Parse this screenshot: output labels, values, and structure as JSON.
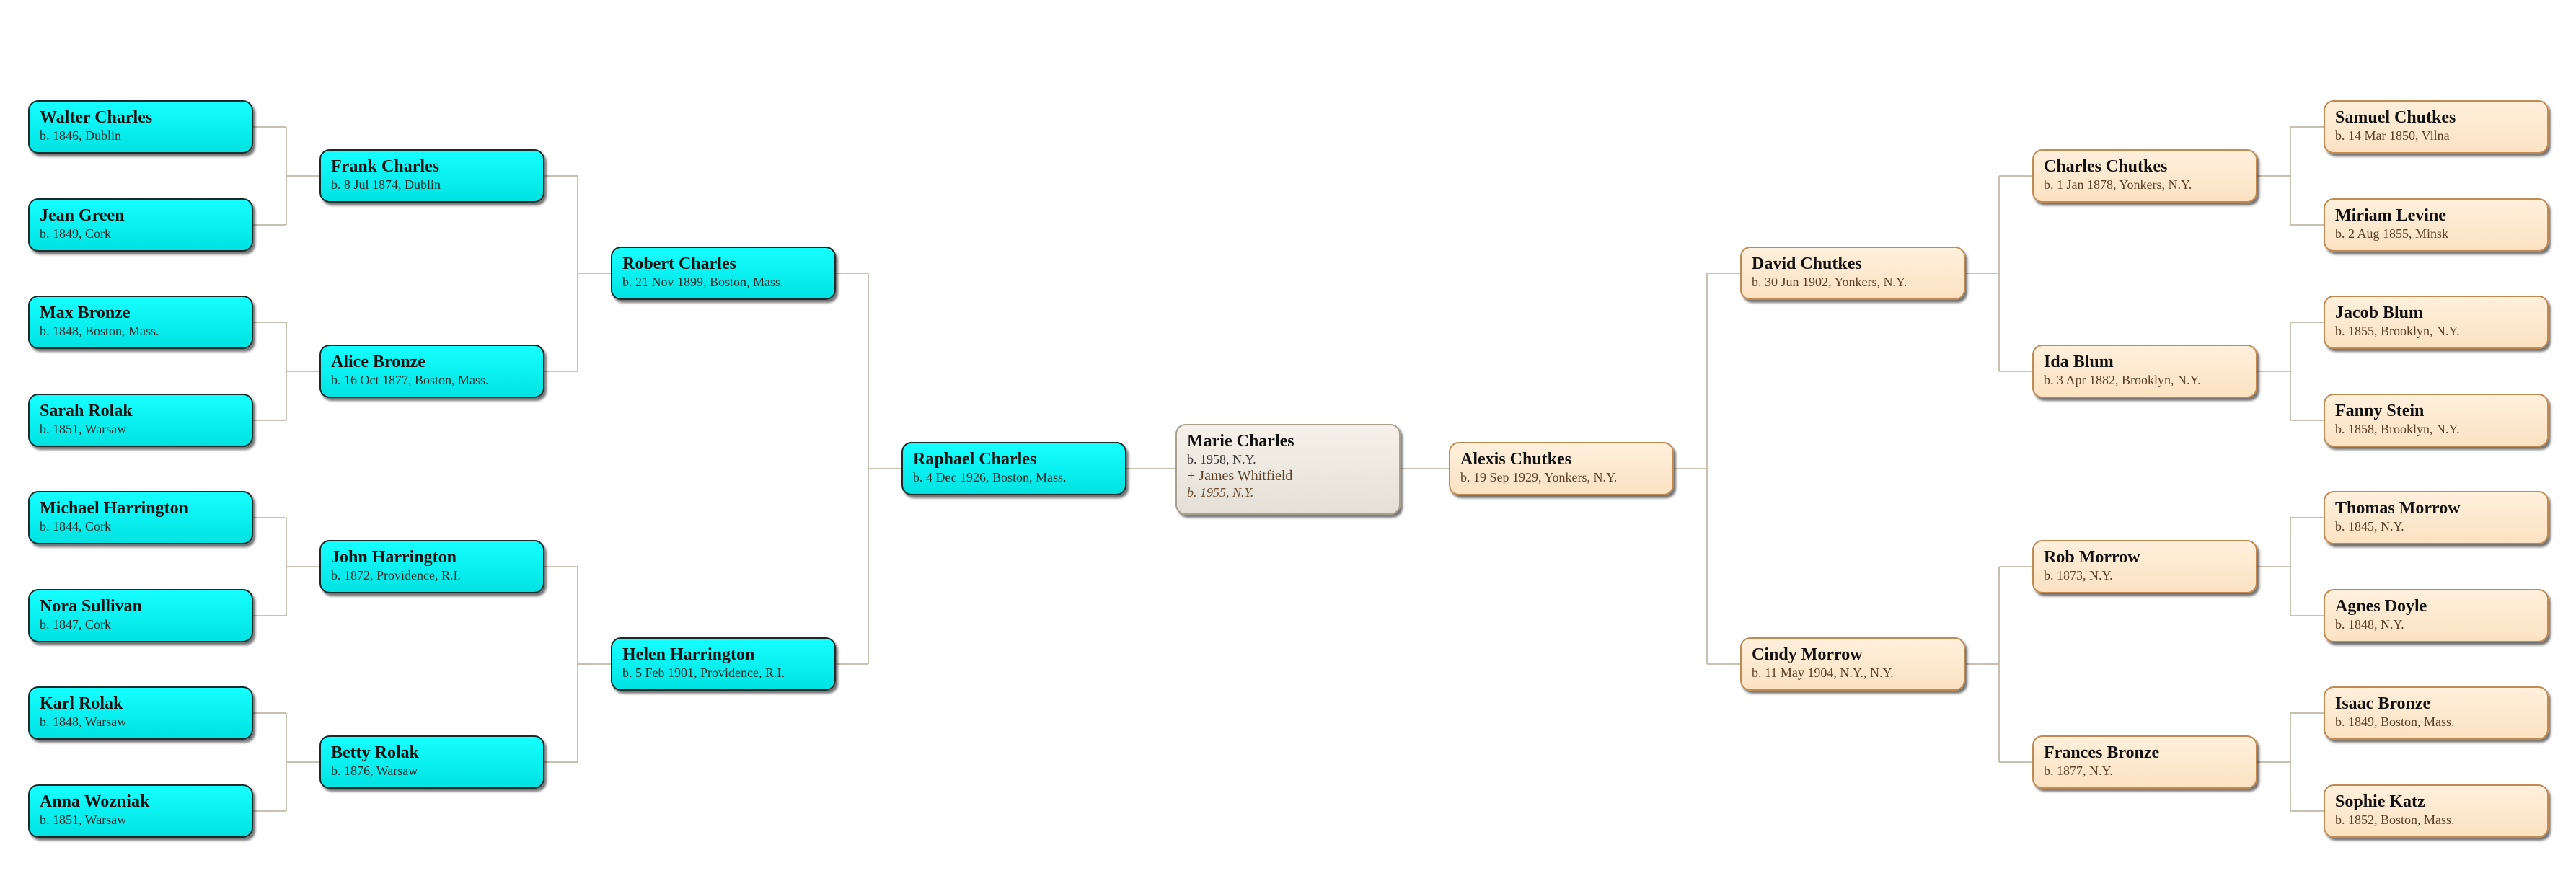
{
  "root": {
    "name": "Marie Charles",
    "birth": "b. 1958, N.Y.",
    "spouse": "+ James Whitfield",
    "spouse_birth": "b. 1955, N.Y."
  },
  "paternal": {
    "parent": {
      "name": "Raphael Charles",
      "birth": "b. 4 Dec 1926, Boston, Mass."
    },
    "grandparents": [
      {
        "name": "Robert Charles",
        "birth": "b. 21 Nov 1899, Boston, Mass."
      },
      {
        "name": "Helen Harrington",
        "birth": "b. 5 Feb 1901, Providence, R.I."
      }
    ],
    "great_grandparents": [
      {
        "name": "Frank Charles",
        "birth": "b. 8 Jul 1874, Dublin"
      },
      {
        "name": "Alice Bronze",
        "birth": "b. 16 Oct 1877, Boston, Mass."
      },
      {
        "name": "John Harrington",
        "birth": "b. 1872, Providence, R.I."
      },
      {
        "name": "Betty Rolak",
        "birth": "b. 1876, Warsaw"
      }
    ],
    "gg_grandparents": [
      {
        "name": "Walter Charles",
        "birth": "b. 1846, Dublin"
      },
      {
        "name": "Jean Green",
        "birth": "b. 1849, Cork"
      },
      {
        "name": "Max Bronze",
        "birth": "b. 1848, Boston, Mass."
      },
      {
        "name": "Sarah Rolak",
        "birth": "b. 1851, Warsaw"
      },
      {
        "name": "Michael Harrington",
        "birth": "b. 1844, Cork"
      },
      {
        "name": "Nora Sullivan",
        "birth": "b. 1847, Cork"
      },
      {
        "name": "Karl Rolak",
        "birth": "b. 1848, Warsaw"
      },
      {
        "name": "Anna Wozniak",
        "birth": "b. 1851, Warsaw"
      }
    ]
  },
  "maternal": {
    "parent": {
      "name": "Alexis Chutkes",
      "birth": "b. 19 Sep 1929, Yonkers, N.Y."
    },
    "grandparents": [
      {
        "name": "David Chutkes",
        "birth": "b. 30 Jun 1902, Yonkers, N.Y."
      },
      {
        "name": "Cindy Morrow",
        "birth": "b. 11 May 1904, N.Y., N.Y."
      }
    ],
    "great_grandparents": [
      {
        "name": "Charles Chutkes",
        "birth": "b. 1 Jan 1878, Yonkers, N.Y."
      },
      {
        "name": "Ida Blum",
        "birth": "b. 3 Apr 1882, Brooklyn, N.Y."
      },
      {
        "name": "Rob Morrow",
        "birth": "b. 1873, N.Y."
      },
      {
        "name": "Frances Bronze",
        "birth": "b. 1877, N.Y."
      }
    ],
    "gg_grandparents": [
      {
        "name": "Samuel Chutkes",
        "birth": "b. 14 Mar 1850, Vilna"
      },
      {
        "name": "Miriam Levine",
        "birth": "b. 2 Aug 1855, Minsk"
      },
      {
        "name": "Jacob Blum",
        "birth": "b. 1855, Brooklyn, N.Y."
      },
      {
        "name": "Fanny Stein",
        "birth": "b. 1858, Brooklyn, N.Y."
      },
      {
        "name": "Thomas Morrow",
        "birth": "b. 1845, N.Y."
      },
      {
        "name": "Agnes Doyle",
        "birth": "b. 1848, N.Y."
      },
      {
        "name": "Isaac Bronze",
        "birth": "b. 1849, Boston, Mass."
      },
      {
        "name": "Sophie Katz",
        "birth": "b. 1852, Boston, Mass."
      }
    ]
  },
  "colors": {
    "paternal_fill": "#00f0f0",
    "paternal_border": "#1a2a2a",
    "maternal_fill": "#fde8cc",
    "maternal_border": "#c08a52",
    "root_fill": "#eeeae2",
    "connector": "#c8c0b0"
  }
}
